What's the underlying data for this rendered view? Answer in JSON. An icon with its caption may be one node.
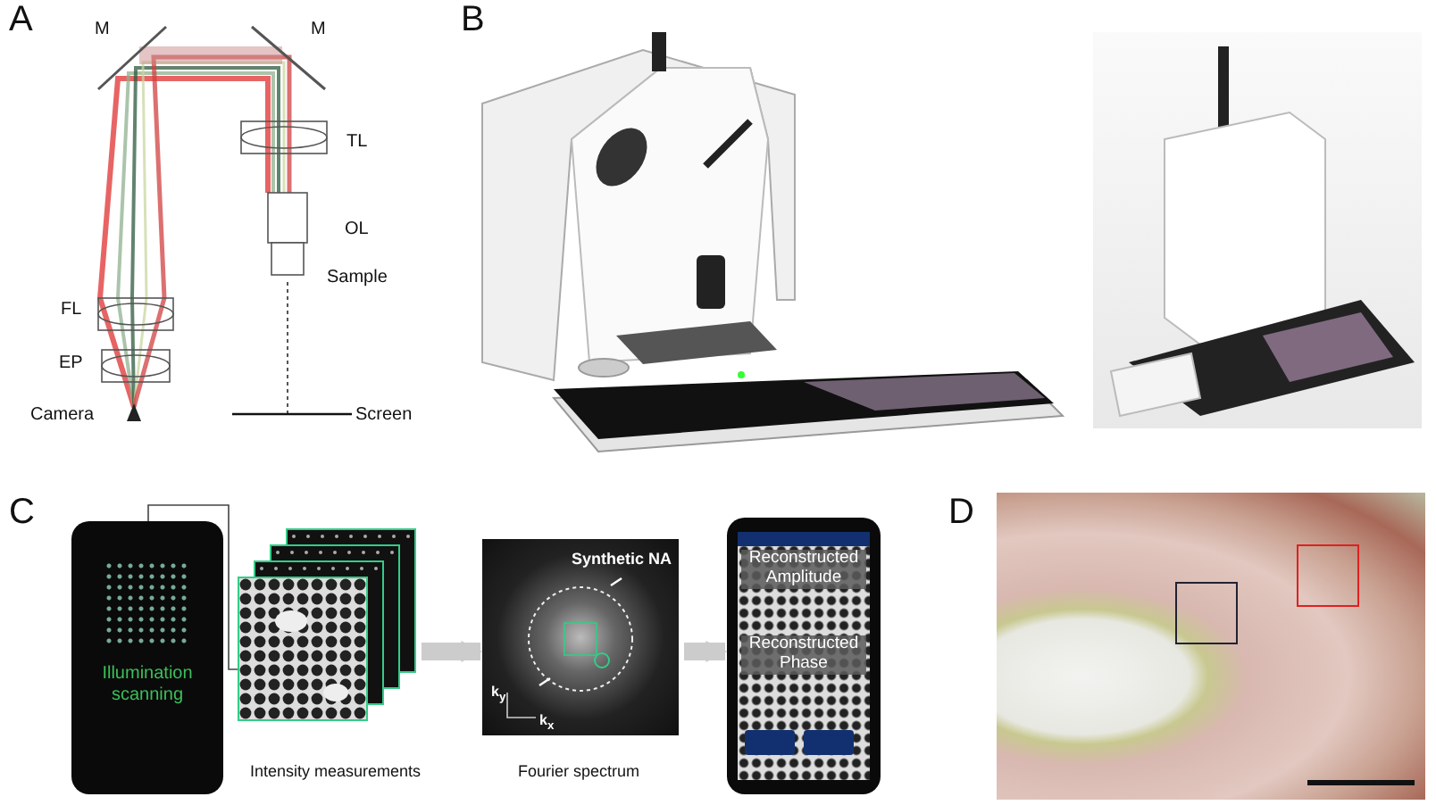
{
  "diagram": {
    "nodes": [
      {
        "text": [
          "Illumination scanning"
        ]
      },
      {
        "text": [],
        "shape": "picture",
        "beside": [
          "Intensity measurements"
        ]
      },
      {
        "text": [
          "Synthetic NA"
        ],
        "beside": [
          "Fourier spectrum"
        ]
      },
      {
        "text": [
          "Reconstructed Amplitude",
          "Reconstructed Phase"
        ]
      }
    ],
    "edges": [
      {
        "from": 0,
        "to": 1,
        "arrow": "none",
        "color": "#444444"
      },
      {
        "from": 1,
        "to": 2,
        "arrow": "to"
      },
      {
        "from": 2,
        "to": 3,
        "arrow": "to"
      }
    ],
    "labels": [
      "A",
      "M",
      "M",
      "TL",
      "OL",
      "Sample",
      "FL",
      "EP",
      "Camera",
      "Screen",
      "B",
      "C",
      "k$_{y}$",
      "k$_{x}$",
      "D"
    ]
  }
}
